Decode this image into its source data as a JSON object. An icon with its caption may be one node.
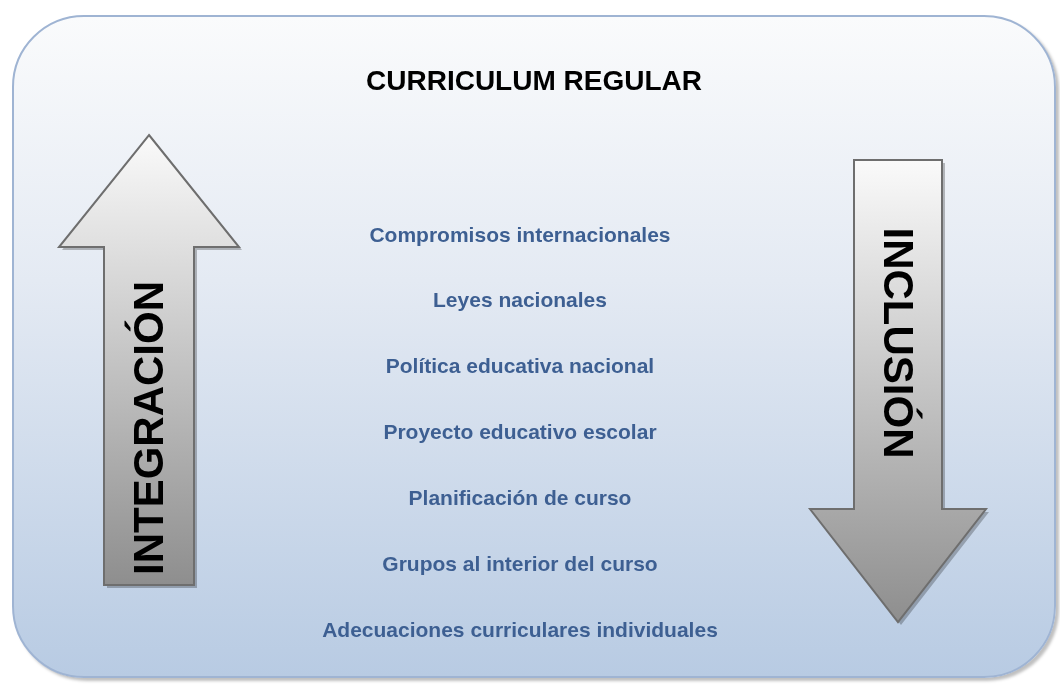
{
  "diagram": {
    "nodes": [
      {
        "text": [
          "CURRICULUM REGULAR"
        ]
      },
      {
        "text": [
          "INTEGRACIÓN"
        ],
        "in": 0
      },
      {
        "text": [
          "INCLUSIÓN"
        ],
        "in": 0
      }
    ],
    "labels": [
      "Compromisos internacionales",
      "Leyes nacionales",
      "Política educativa nacional",
      "Proyecto educativo escolar",
      "Planificación de curso",
      "Grupos al interior del curso",
      "Adecuaciones curriculares individuales"
    ]
  }
}
